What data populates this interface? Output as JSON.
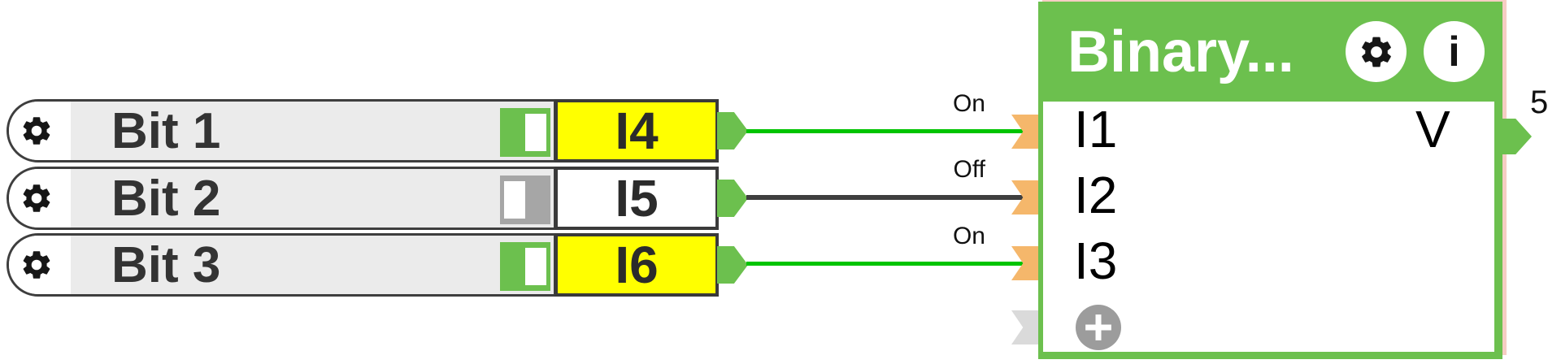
{
  "colors": {
    "block_green": "#6cc04e",
    "wire_on_green": "#00c400",
    "wire_off_dark": "#3f3f3f",
    "port_active_yellow": "#ffff00",
    "input_pin_orange": "#f5b76b",
    "spare_pin_gray": "#dadada",
    "selection_pink": "#f6cdc3",
    "capsule_gray": "#ebebeb",
    "border_dark": "#3e3e3e"
  },
  "sources": [
    {
      "label": "Bit 1",
      "state": "on",
      "port": "I4",
      "wire": "On"
    },
    {
      "label": "Bit 2",
      "state": "off",
      "port": "I5",
      "wire": "Off"
    },
    {
      "label": "Bit 3",
      "state": "on",
      "port": "I6",
      "wire": "On"
    }
  ],
  "block": {
    "title": "Binary...",
    "inputs": [
      {
        "label": "I1"
      },
      {
        "label": "I2"
      },
      {
        "label": "I3"
      }
    ],
    "output": {
      "label": "V",
      "value": "5"
    }
  },
  "icons": {
    "capsule_gear": "gear-icon",
    "header_gear": "gear-icon",
    "header_info": "info-icon",
    "add_input": "plus-icon"
  }
}
